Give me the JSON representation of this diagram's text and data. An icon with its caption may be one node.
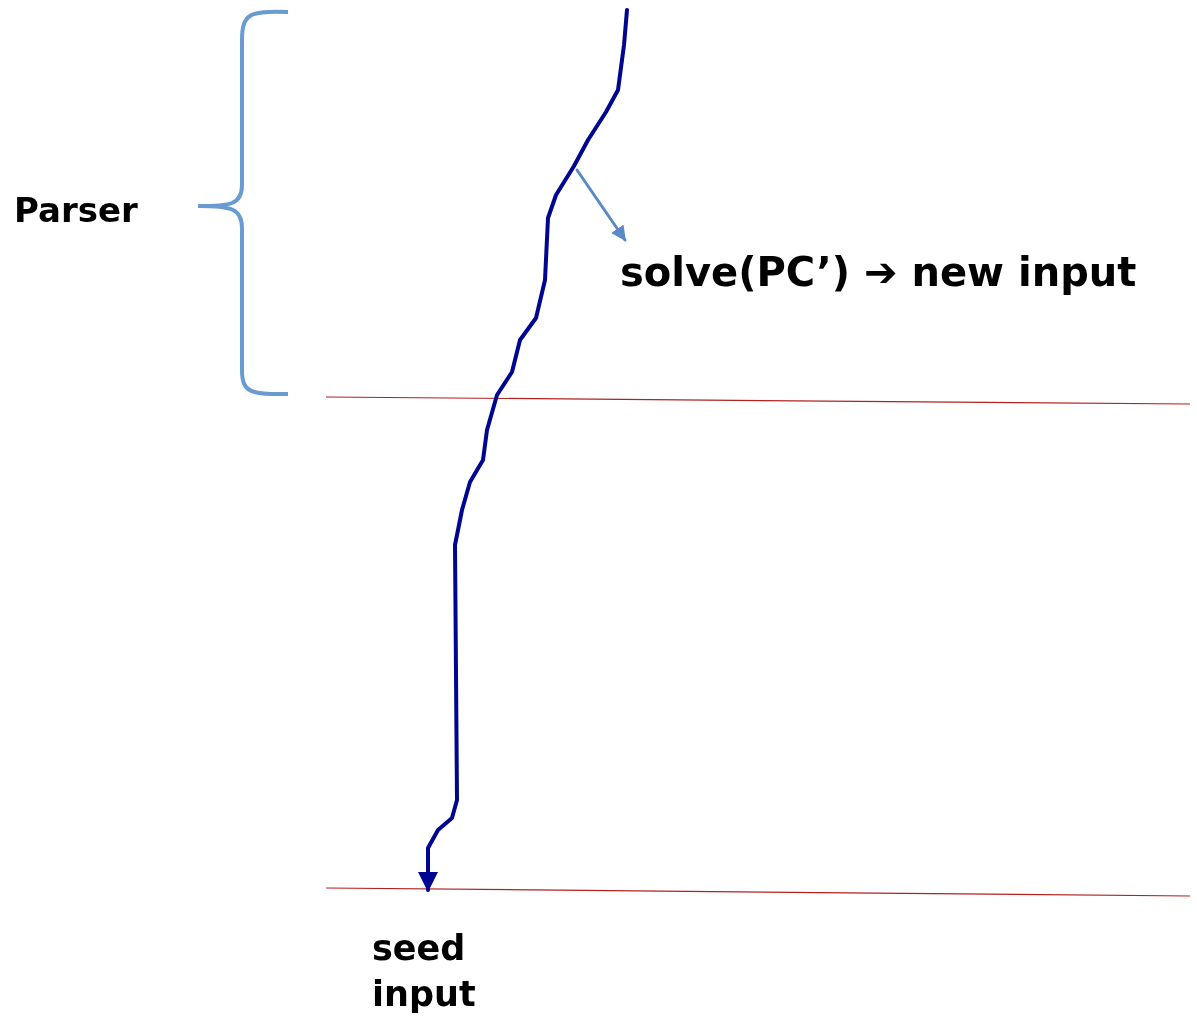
{
  "diagram": {
    "nodes": [
      {
        "text": [
          "solve(PC’) ➔ new input"
        ]
      },
      {
        "text": [
          "seed input"
        ]
      }
    ],
    "edges": [
      {
        "from": null,
        "to": 1,
        "arrow": "to"
      },
      {
        "from": null,
        "to": 0,
        "arrow": "to",
        "color": "#5a8ac6"
      }
    ],
    "labels": [
      "Parser"
    ]
  }
}
